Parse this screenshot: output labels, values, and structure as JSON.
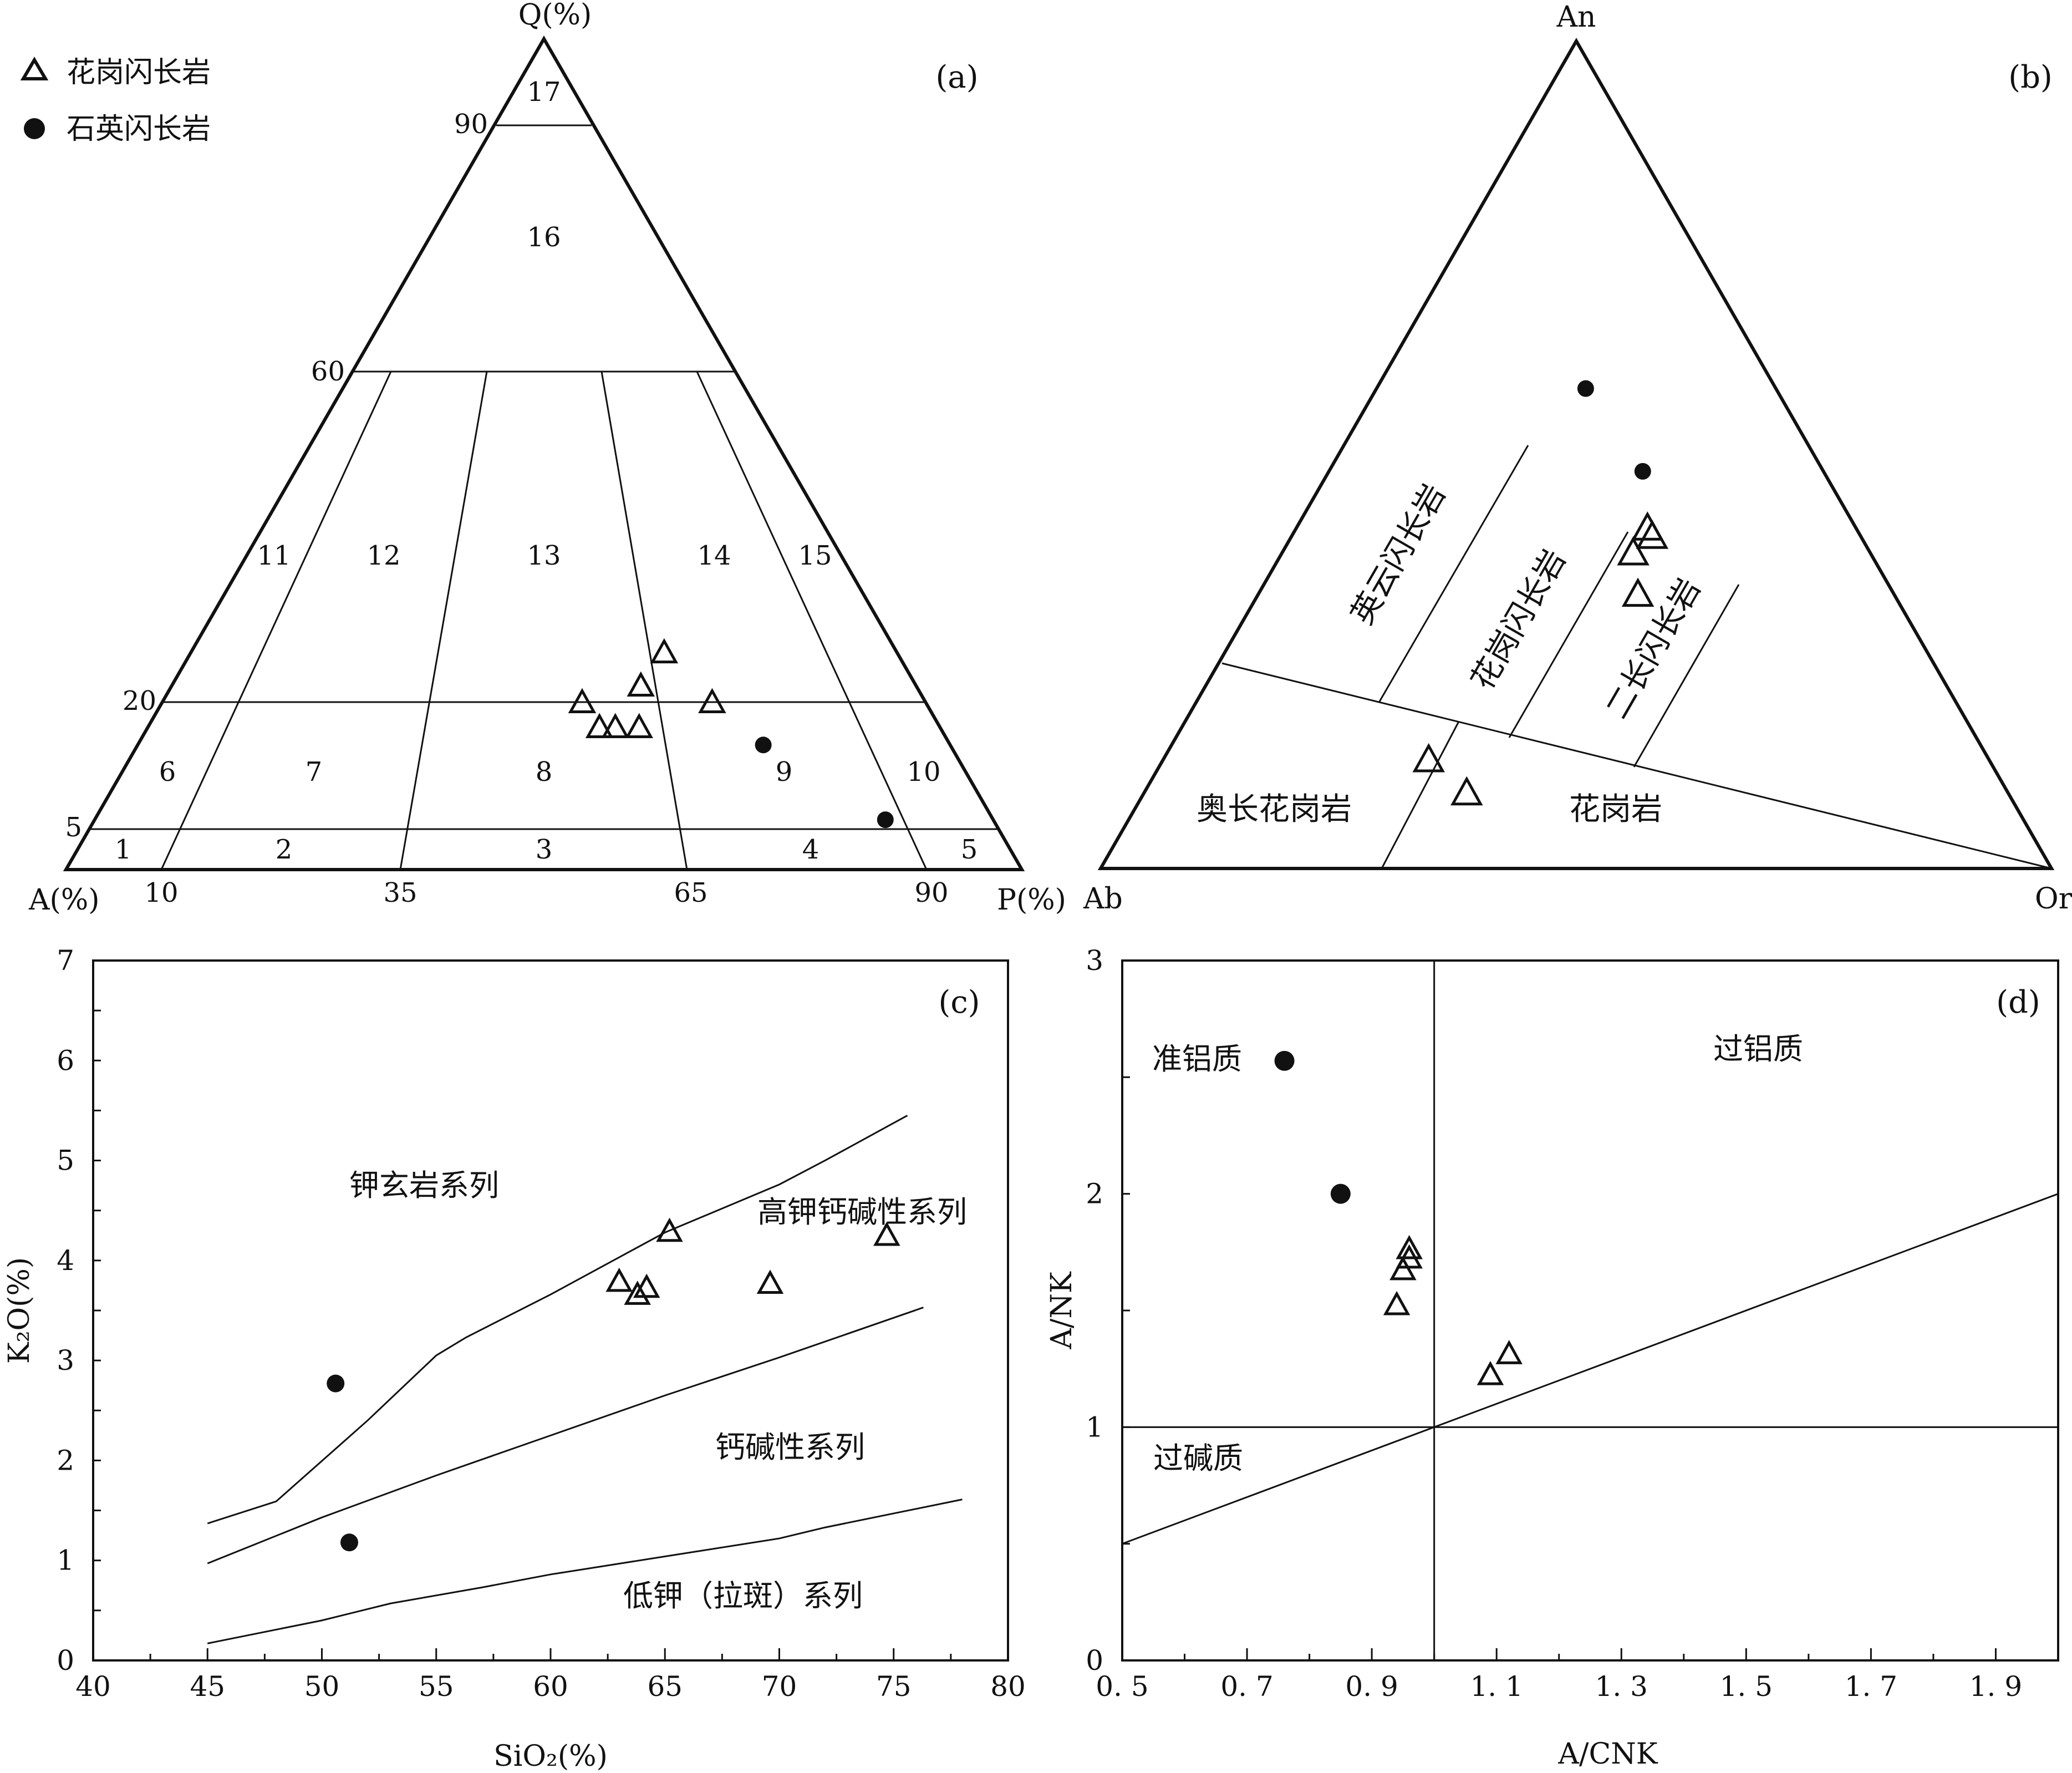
{
  "legend": [
    {
      "label": "花岗闪长岩",
      "marker": "triangle"
    },
    {
      "label": "石英闪长岩",
      "marker": "circle"
    }
  ],
  "colors": {
    "ink": "#111111",
    "background": "#ffffff"
  },
  "chart_data": [
    {
      "panel": "(a)",
      "type": "scatter",
      "diagram": "ternary",
      "apex_labels": {
        "top": "Q(%)",
        "left": "A(%)",
        "right": "P(%)"
      },
      "q_ticks": [
        "90",
        "60",
        "20",
        "5"
      ],
      "p_ticks": [
        "10",
        "35",
        "65",
        "90"
      ],
      "field_labels": [
        "1",
        "2",
        "3",
        "4",
        "5",
        "6",
        "7",
        "8",
        "9",
        "10",
        "11",
        "12",
        "13",
        "14",
        "15",
        "16",
        "17"
      ],
      "series": [
        {
          "name": "花岗闪长岩",
          "marker": "triangle",
          "points": [
            [
              26,
              67
            ],
            [
              22,
              63
            ],
            [
              20,
              72
            ],
            [
              20,
              55
            ],
            [
              17,
              59
            ],
            [
              17,
              62
            ],
            [
              17,
              57
            ]
          ]
        },
        {
          "name": "石英闪长岩",
          "marker": "circle",
          "points": [
            [
              15,
              77
            ],
            [
              6,
              88
            ]
          ]
        }
      ]
    },
    {
      "panel": "(b)",
      "type": "scatter",
      "diagram": "ternary",
      "apex_labels": {
        "top": "An",
        "left": "Ab",
        "right": "Or"
      },
      "field_labels": [
        "英云闪长岩",
        "花岗闪长岩",
        "二长闪长岩",
        "奥长花岗岩",
        "花岗岩"
      ],
      "series": [
        {
          "name": "花岗闪长岩",
          "marker": "triangle",
          "points": [
            [
              41,
              37
            ],
            [
              40,
              38
            ],
            [
              38,
              37
            ],
            [
              33,
              40
            ],
            [
              13,
              28
            ],
            [
              9,
              34
            ]
          ]
        },
        {
          "name": "石英闪长岩",
          "marker": "circle",
          "points": [
            [
              58,
              22
            ],
            [
              48,
              33
            ]
          ]
        }
      ]
    },
    {
      "panel": "(c)",
      "type": "scatter",
      "xlabel": "SiO₂(%)",
      "ylabel": "K₂O(%)",
      "xlim": [
        40,
        80
      ],
      "ylim": [
        0,
        7
      ],
      "x_ticks": [
        40,
        45,
        50,
        55,
        60,
        65,
        70,
        75,
        80
      ],
      "y_ticks": [
        0,
        1,
        2,
        3,
        4,
        5,
        6,
        7
      ],
      "field_labels": [
        "钾玄岩系列",
        "高钾钙碱性系列",
        "钙碱性系列",
        "低钾（拉斑）系列"
      ],
      "series": [
        {
          "name": "花岗闪长岩",
          "marker": "triangle",
          "points": [
            [
              63.0,
              3.78
            ],
            [
              63.8,
              3.65
            ],
            [
              64.2,
              3.72
            ],
            [
              65.2,
              4.28
            ],
            [
              69.6,
              3.76
            ],
            [
              74.7,
              4.24
            ]
          ]
        },
        {
          "name": "石英闪长岩",
          "marker": "circle",
          "points": [
            [
              50.6,
              2.77
            ],
            [
              51.2,
              1.18
            ]
          ]
        }
      ],
      "boundaries": [
        {
          "points": [
            [
              45,
              1.37
            ],
            [
              48,
              1.59
            ],
            [
              52,
              2.4
            ],
            [
              55,
              3.05
            ],
            [
              56.3,
              3.23
            ],
            [
              60,
              3.66
            ],
            [
              65,
              4.28
            ],
            [
              70,
              4.76
            ],
            [
              72,
              5.0
            ],
            [
              75.6,
              5.45
            ]
          ]
        },
        {
          "points": [
            [
              45,
              0.97
            ],
            [
              50,
              1.43
            ],
            [
              55,
              1.85
            ],
            [
              60,
              2.25
            ],
            [
              65,
              2.65
            ],
            [
              70,
              3.03
            ],
            [
              76.3,
              3.53
            ]
          ]
        },
        {
          "points": [
            [
              45,
              0.17
            ],
            [
              50,
              0.4
            ],
            [
              53,
              0.57
            ],
            [
              57,
              0.73
            ],
            [
              60,
              0.86
            ],
            [
              65,
              1.04
            ],
            [
              70,
              1.22
            ],
            [
              72,
              1.33
            ],
            [
              78,
              1.61
            ]
          ]
        }
      ]
    },
    {
      "panel": "(d)",
      "type": "scatter",
      "xlabel": "A/CNK",
      "ylabel": "A/NK",
      "xlim": [
        0.5,
        2.0
      ],
      "ylim": [
        0,
        3
      ],
      "x_tick_labels": [
        "0. 5",
        "0. 7",
        "0. 9",
        "1. 1",
        "1. 3",
        "1. 5",
        "1. 7",
        "1. 9"
      ],
      "x_tick_values": [
        0.5,
        0.7,
        0.9,
        1.1,
        1.3,
        1.5,
        1.7,
        1.9
      ],
      "y_ticks": [
        0,
        1,
        2,
        3
      ],
      "field_labels": [
        "准铝质",
        "过铝质",
        "过碱质"
      ],
      "series": [
        {
          "name": "花岗闪长岩",
          "marker": "triangle",
          "points": [
            [
              0.96,
              1.76
            ],
            [
              0.96,
              1.72
            ],
            [
              0.95,
              1.67
            ],
            [
              0.94,
              1.52
            ],
            [
              1.12,
              1.31
            ],
            [
              1.09,
              1.22
            ]
          ]
        },
        {
          "name": "石英闪长岩",
          "marker": "circle",
          "points": [
            [
              0.76,
              2.57
            ],
            [
              0.85,
              2.0
            ]
          ]
        }
      ],
      "boundaries": [
        {
          "points": [
            [
              1.0,
              0
            ],
            [
              1.0,
              3
            ]
          ]
        },
        {
          "points": [
            [
              0.5,
              1.0
            ],
            [
              2.0,
              1.0
            ]
          ]
        },
        {
          "points": [
            [
              0.5,
              0.5
            ],
            [
              2.0,
              2.0
            ]
          ]
        }
      ]
    }
  ]
}
